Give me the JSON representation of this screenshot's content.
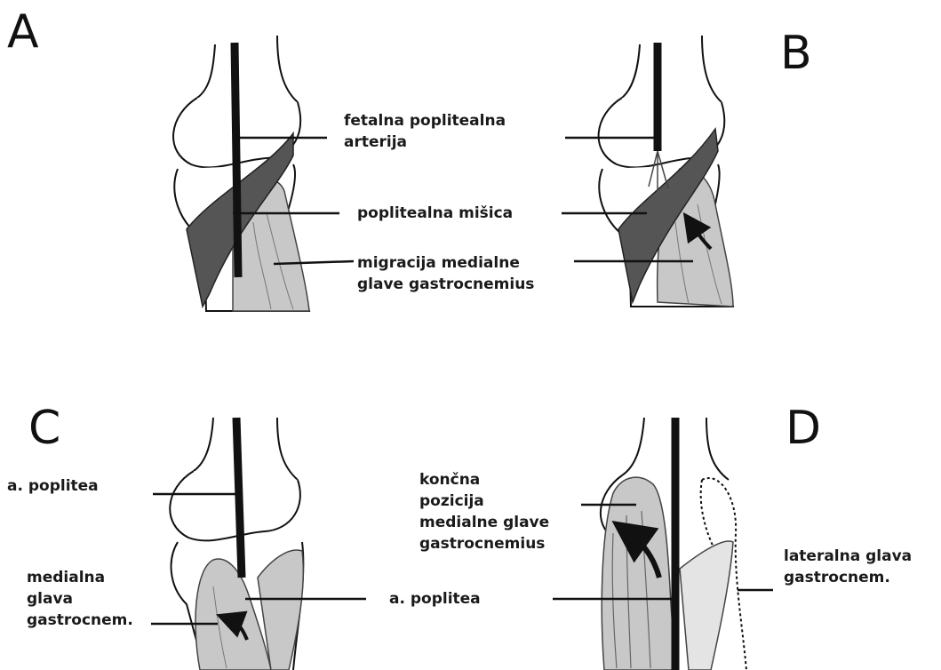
{
  "panels": {
    "A": {
      "letter": "A",
      "labels": {
        "artery": [
          "fetalna poplitealna",
          "arterija"
        ],
        "muscle": [
          "poplitealna mišica"
        ],
        "migration": [
          "migracija medialne",
          "glave gastrocnemius"
        ]
      }
    },
    "B": {
      "letter": "B"
    },
    "C": {
      "letter": "C",
      "labels": {
        "artery": [
          "a. poplitea"
        ],
        "medial_head": [
          "medialna",
          "glava",
          "gastrocnem."
        ]
      }
    },
    "D": {
      "letter": "D",
      "labels": {
        "final_position": [
          "končna",
          "pozicija",
          "medialne glave",
          "gastrocnemius"
        ],
        "artery": [
          "a. poplitea"
        ],
        "lateral_head": [
          "lateralna glava",
          "gastrocnem."
        ]
      }
    }
  },
  "colors": {
    "outline": "#111111",
    "dark_muscle": "#555555",
    "light_muscle": "#c8c8c8",
    "artery": "#111111"
  }
}
